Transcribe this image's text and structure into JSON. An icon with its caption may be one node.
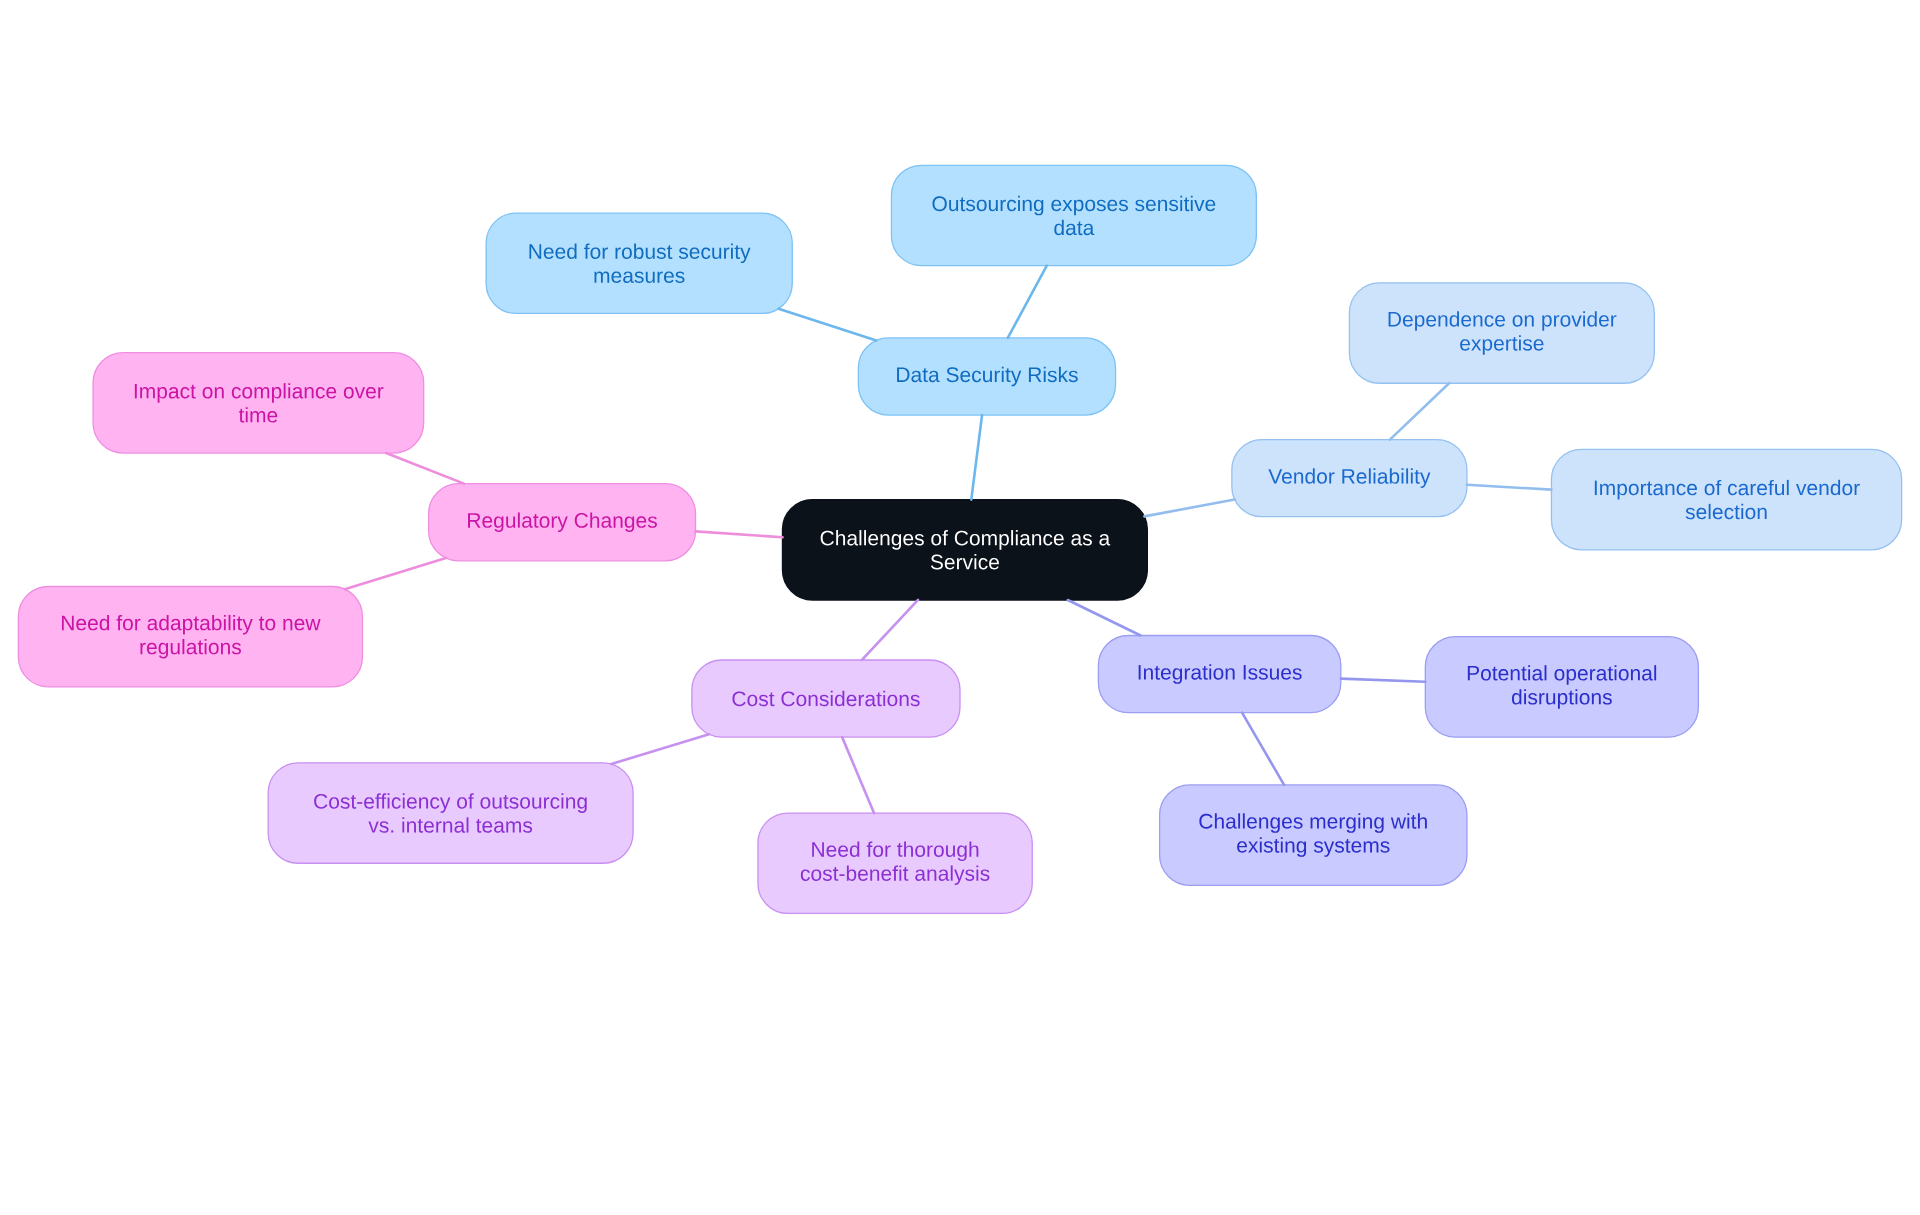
{
  "diagram": {
    "nodes": [
      {
        "text": [
          "Challenges of Compliance as a Service"
        ]
      },
      {
        "text": [
          "Data Security Risks"
        ]
      },
      {
        "text": [
          "Need for robust security measures"
        ]
      },
      {
        "text": [
          "Outsourcing exposes sensitive data"
        ]
      },
      {
        "text": [
          "Vendor Reliability"
        ]
      },
      {
        "text": [
          "Dependence on provider expertise"
        ]
      },
      {
        "text": [
          "Importance of careful vendor selection"
        ]
      },
      {
        "text": [
          "Integration Issues"
        ]
      },
      {
        "text": [
          "Potential operational disruptions"
        ]
      },
      {
        "text": [
          "Challenges merging with existing systems"
        ]
      },
      {
        "text": [
          "Cost Considerations"
        ]
      },
      {
        "text": [
          "Cost-efficiency of outsourcing vs. internal teams"
        ]
      },
      {
        "text": [
          "Need for thorough cost-benefit analysis"
        ]
      },
      {
        "text": [
          "Regulatory Changes"
        ]
      },
      {
        "text": [
          "Impact on compliance over time"
        ]
      },
      {
        "text": [
          "Need for adaptability to new regulations"
        ]
      }
    ],
    "edges": [
      {
        "from": 0,
        "to": 1,
        "arrow": "none",
        "color": "#6cb8ee"
      },
      {
        "from": 1,
        "to": 2,
        "arrow": "none",
        "color": "#6cb8ee"
      },
      {
        "from": 1,
        "to": 3,
        "arrow": "none",
        "color": "#6cb8ee"
      },
      {
        "from": 0,
        "to": 4,
        "arrow": "none",
        "color": "#93bdee"
      },
      {
        "from": 4,
        "to": 5,
        "arrow": "none",
        "color": "#93bdee"
      },
      {
        "from": 4,
        "to": 6,
        "arrow": "none",
        "color": "#93bdee"
      },
      {
        "from": 0,
        "to": 7,
        "arrow": "none",
        "color": "#9597ef"
      },
      {
        "from": 7,
        "to": 8,
        "arrow": "none",
        "color": "#9597ef"
      },
      {
        "from": 7,
        "to": 9,
        "arrow": "none",
        "color": "#9597ef"
      },
      {
        "from": 0,
        "to": 10,
        "arrow": "none",
        "color": "#c691ef"
      },
      {
        "from": 10,
        "to": 11,
        "arrow": "none",
        "color": "#c691ef"
      },
      {
        "from": 10,
        "to": 12,
        "arrow": "none",
        "color": "#c691ef"
      },
      {
        "from": 0,
        "to": 13,
        "arrow": "none",
        "color": "#ef8ddd"
      },
      {
        "from": 13,
        "to": 14,
        "arrow": "none",
        "color": "#ef8ddd"
      },
      {
        "from": 13,
        "to": 15,
        "arrow": "none",
        "color": "#ef8ddd"
      }
    ]
  }
}
